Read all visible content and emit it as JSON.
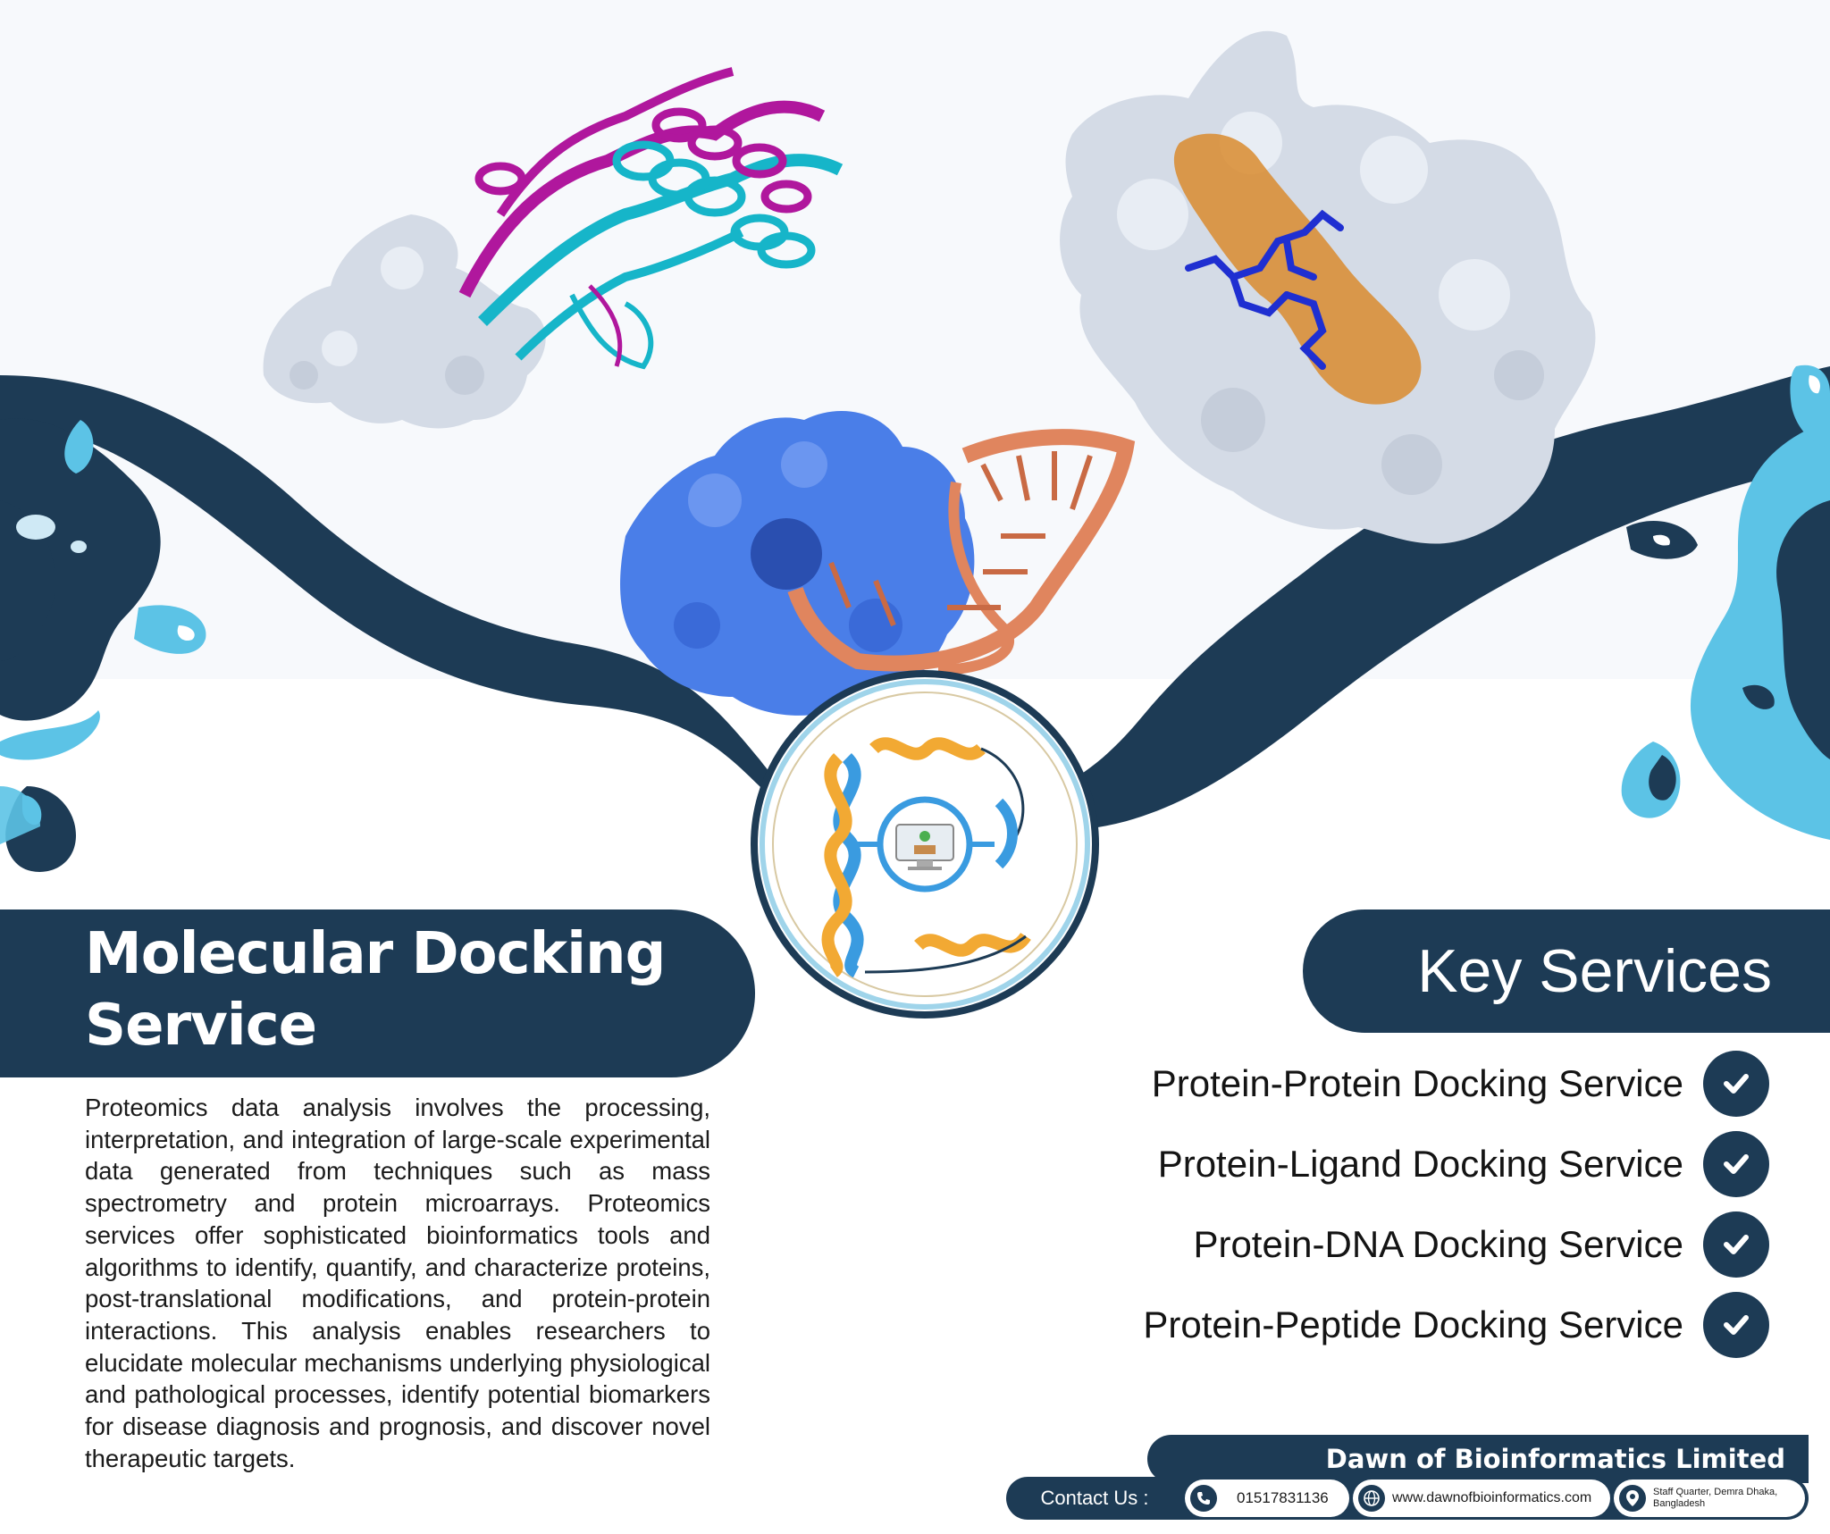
{
  "title": {
    "line1": "Molecular Docking",
    "line2": "Service"
  },
  "description": "Proteomics data analysis involves the processing, interpretation, and integration of large-scale experimental data generated from techniques such as mass spectrometry and protein microarrays. Proteomics services offer sophisticated bioinformatics tools and algorithms to identify, quantify, and characterize proteins, post-translational modifications, and protein-protein interactions. This analysis enables researchers to elucidate molecular mechanisms underlying physiological and pathological processes, identify potential biomarkers for disease diagnosis and prognosis, and discover novel therapeutic targets.",
  "key_services": {
    "heading": "Key Services",
    "items": [
      "Protein-Protein Docking Service",
      "Protein-Ligand Docking Service",
      "Protein-DNA Docking Service",
      "Protein-Peptide Docking Service"
    ]
  },
  "footer": {
    "company": "Dawn of Bioinformatics Limited Bangladesh",
    "contact_label": "Contact Us :",
    "phone": "01517831136",
    "website": "www.dawnofbioinformatics.com",
    "address_line1": "Staff Quarter, Demra Dhaka,",
    "address_line2": "Bangladesh"
  },
  "colors": {
    "navy": "#1d3b55",
    "light_blue": "#5cc3e6",
    "cyan_helix": "#16b5c9",
    "magenta_helix": "#b0179d",
    "protein_surface": "#d4dbe6",
    "dna_orange": "#e0855e",
    "blue_surface": "#4a7ee8",
    "ligand_pocket": "#d98b2e",
    "ligand_blue": "#1f2fd1"
  },
  "icons": [
    "check-icon",
    "phone-icon",
    "globe-icon",
    "location-icon",
    "dna-logo"
  ]
}
